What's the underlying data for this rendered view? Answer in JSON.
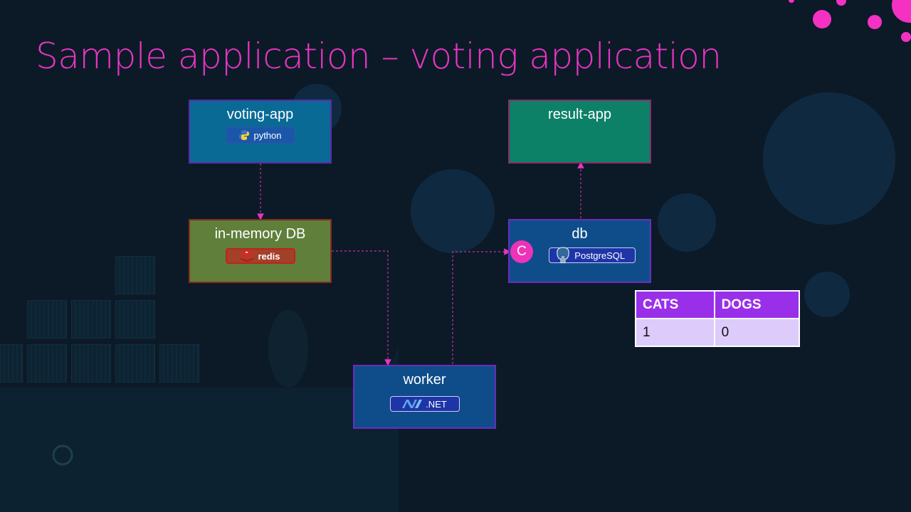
{
  "slide": {
    "title": "Sample application – voting application"
  },
  "nodes": {
    "voting_app": {
      "label": "voting-app",
      "badge": "python",
      "color": "#0a6a96"
    },
    "in_memory_db": {
      "label": "in-memory DB",
      "badge": "redis",
      "color": "#5f7f3a"
    },
    "worker": {
      "label": "worker",
      "badge": ".NET",
      "color": "#0f4d8a"
    },
    "db": {
      "label": "db",
      "badge": "PostgreSQL",
      "color": "#0f4d8a",
      "marker": "C"
    },
    "result_app": {
      "label": "result-app",
      "color": "#0d8068"
    }
  },
  "votes_table": {
    "headers": [
      "CATS",
      "DOGS"
    ],
    "rows": [
      [
        "1",
        "0"
      ]
    ]
  },
  "colors": {
    "accent": "#e535c1",
    "connector": "#e535c1",
    "background": "#0c1a27"
  }
}
